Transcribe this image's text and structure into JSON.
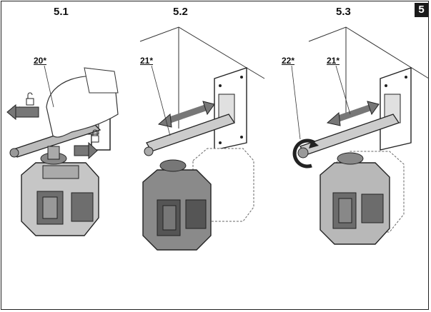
{
  "page_number": "5",
  "panels": [
    {
      "step": "5.1",
      "callouts": [
        "20*"
      ]
    },
    {
      "step": "5.2",
      "callouts": [
        "21*"
      ]
    },
    {
      "step": "5.3",
      "callouts": [
        "22*",
        "21*"
      ]
    }
  ]
}
